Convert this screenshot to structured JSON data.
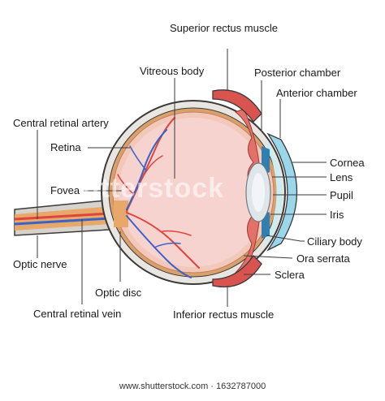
{
  "labels": {
    "superior_rectus": "Superior rectus muscle",
    "vitreous_body": "Vitreous body",
    "posterior_chamber": "Posterior chamber",
    "anterior_chamber": "Anterior chamber",
    "central_retinal_artery": "Central retinal artery",
    "retina": "Retina",
    "fovea": "Fovea",
    "cornea": "Cornea",
    "lens": "Lens",
    "pupil": "Pupil",
    "iris": "Iris",
    "ciliary_body": "Ciliary body",
    "ora_serrata": "Ora serrata",
    "sclera": "Sclera",
    "optic_nerve": "Optic nerve",
    "optic_disc": "Optic disc",
    "central_retinal_vein": "Central retinal vein",
    "inferior_rectus": "Inferior rectus muscle"
  },
  "watermark": "shutterstock",
  "credit": "www.shutterstock.com · 1632787000",
  "colors": {
    "outline": "#3a3a3a",
    "sclera": "#e9e6e2",
    "choroid": "#d9a06a",
    "retina": "#f2c9b8",
    "vitreous": "#f6d3cf",
    "muscle": "#d9544f",
    "ciliary": "#e4706a",
    "lens": "#dfe6ea",
    "cornea": "#9ad7ea",
    "iris": "#2f7fb0",
    "artery": "#e0443c",
    "vein": "#3a63c8",
    "nerve": "#e7a86a"
  }
}
